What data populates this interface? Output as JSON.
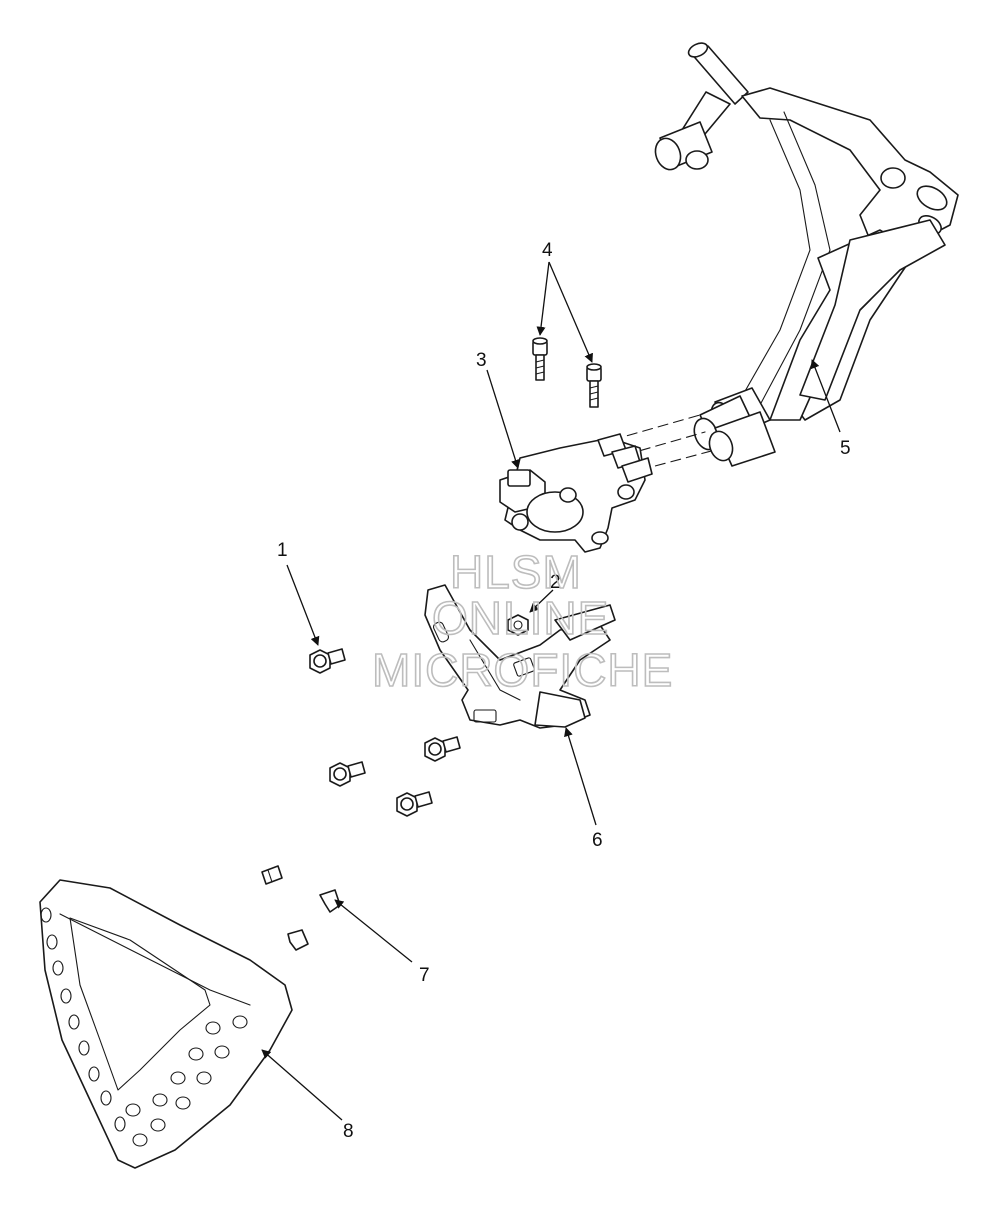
{
  "callouts": [
    {
      "id": "1",
      "label": "1"
    },
    {
      "id": "2",
      "label": "2"
    },
    {
      "id": "3",
      "label": "3"
    },
    {
      "id": "4",
      "label": "4"
    },
    {
      "id": "5",
      "label": "5"
    },
    {
      "id": "6",
      "label": "6"
    },
    {
      "id": "7",
      "label": "7"
    },
    {
      "id": "8",
      "label": "8"
    }
  ],
  "watermark": {
    "line1": "HLSM",
    "line2": "ONLINE",
    "line3": "MICROFICHE"
  }
}
